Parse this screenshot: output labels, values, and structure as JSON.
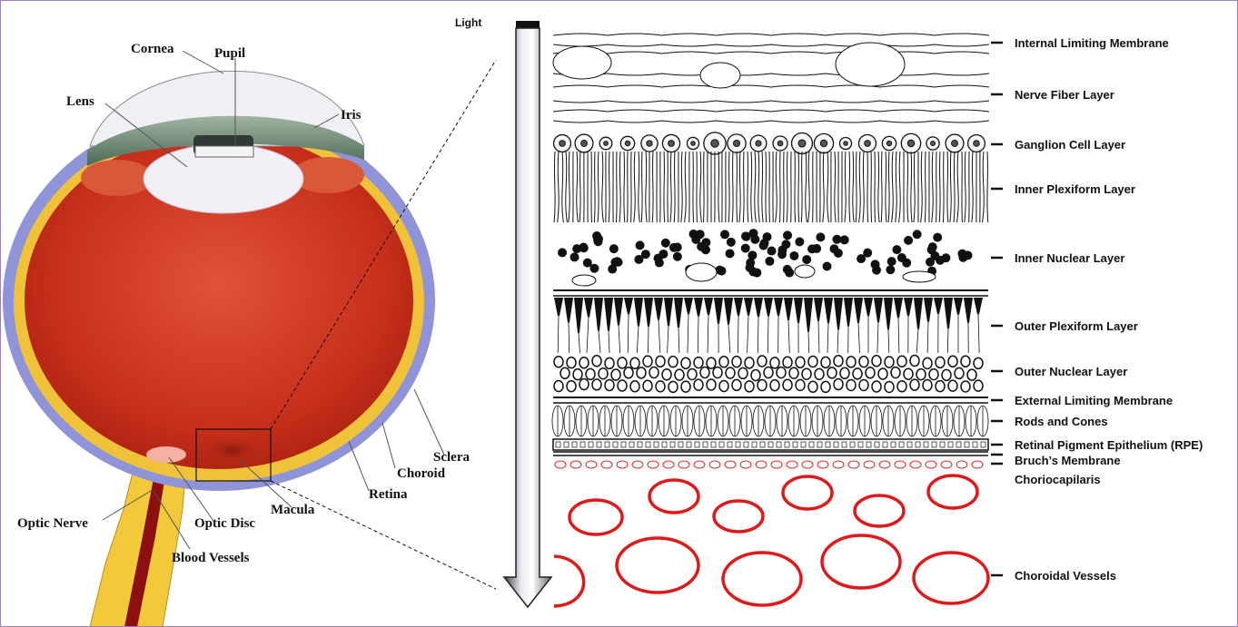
{
  "light_label": "Light",
  "eye_labels": {
    "cornea": "Cornea",
    "pupil": "Pupil",
    "lens": "Lens",
    "iris": "Iris",
    "sclera": "Sclera",
    "choroid": "Choroid",
    "retina": "Retina",
    "macula": "Macula",
    "optic_disc": "Optic Disc",
    "optic_nerve": "Optic Nerve",
    "blood_vessels": "Blood Vessels"
  },
  "layer_labels": {
    "internal_limiting_membrane": "Internal Limiting Membrane",
    "nerve_fiber_layer": "Nerve Fiber Layer",
    "ganglion_cell_layer": "Ganglion Cell Layer",
    "inner_plexiform_layer": "Inner Plexiform Layer",
    "inner_nuclear_layer": "Inner Nuclear Layer",
    "outer_plexiform_layer": "Outer Plexiform Layer",
    "outer_nuclear_layer": "Outer Nuclear Layer",
    "external_limiting_membrane": "External Limiting Membrane",
    "rods_and_cones": "Rods and Cones",
    "rpe": "Retinal Pigment Epithelium (RPE)",
    "bruchs_membrane": "Bruch’s Membrane",
    "choriocapilaris": "Choriocapilaris",
    "choroidal_vessels": "Choroidal Vessels"
  },
  "colors": {
    "sclera": "#8f93d8",
    "choroid": "#f0c23a",
    "eye_interior": "#c9321d",
    "lens": "#f1eef6",
    "optic_nerve": "#f2c93a",
    "vessels_red": "#e01818",
    "frame": "#9c7fc0"
  }
}
